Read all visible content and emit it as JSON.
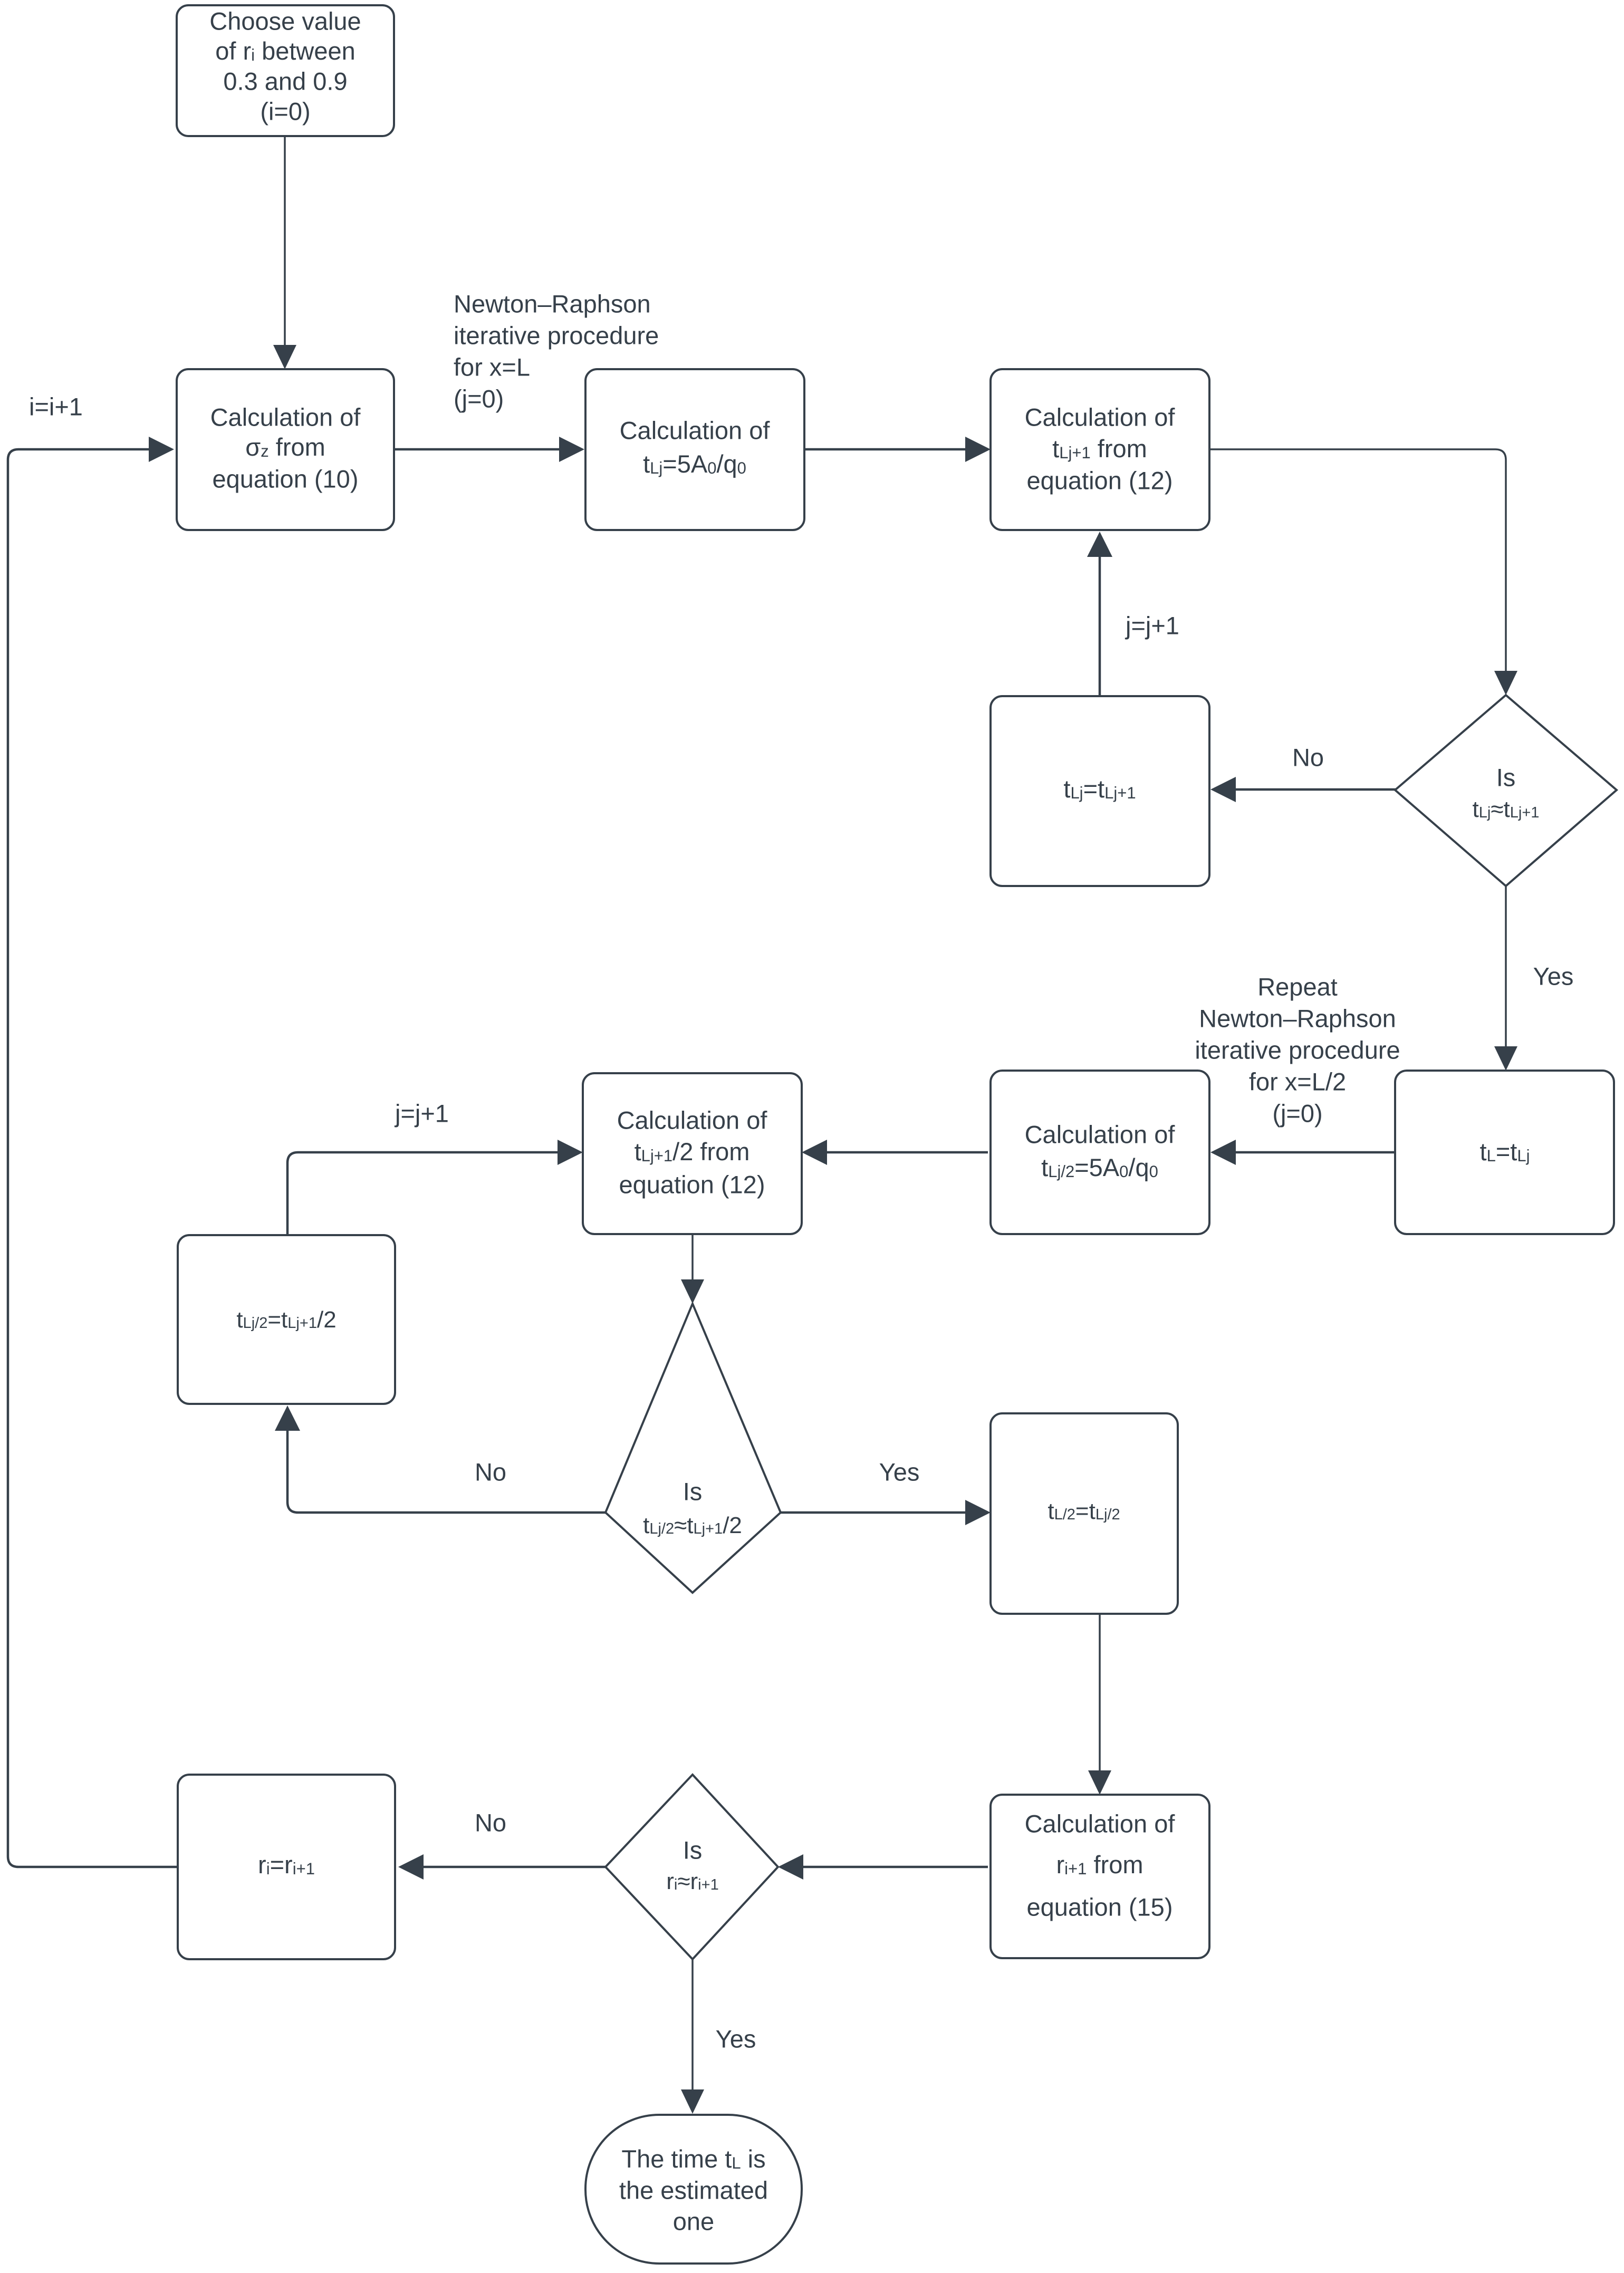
{
  "diagram": {
    "title": "Iterative algorithm flowchart for estimating the time tL",
    "colors": {
      "background": "#ffffff",
      "stroke": "#36404a",
      "text": "#36404a",
      "fill": "#ffffff"
    }
  },
  "nodes": {
    "choose_r": {
      "shape": "process",
      "lines": [
        "Choose value",
        "of r",
        "i",
        " between",
        "0.3 and 0.9",
        "(i=0)"
      ],
      "line1": "Choose value",
      "line2_pre": "of r",
      "line2_sub": "i",
      "line2_post": " between",
      "line3": "0.3 and 0.9",
      "line4": "(i=0)"
    },
    "calc_sigma": {
      "shape": "process",
      "line1": "Calculation of",
      "line2_pre": "σ",
      "line2_sub": "z",
      "line2_post": " from",
      "line3": "equation (10)"
    },
    "calc_tlj_init": {
      "shape": "process",
      "line1": "Calculation of",
      "line2_pre": "t",
      "line2_sub": "Lj",
      "line2_post": "=5A",
      "line2_sub2": "0",
      "line2_post2": "/q",
      "line2_sub3": "0"
    },
    "calc_tljp1": {
      "shape": "process",
      "line1": "Calculation of",
      "line2_pre": "t",
      "line2_sub": "Lj+1",
      "line2_post": " from",
      "line3": "equation (12)"
    },
    "assign_tlj": {
      "shape": "process",
      "line_pre": "t",
      "line_sub": "Lj",
      "line_mid": "=t",
      "line_sub2": "Lj+1"
    },
    "decision_tl": {
      "shape": "decision",
      "line1": "Is",
      "line2_pre": "t",
      "line2_sub": "Lj",
      "line2_mid": "≈t",
      "line2_sub2": "Lj+1"
    },
    "assign_tl": {
      "shape": "process",
      "line_pre": "t",
      "line_sub": "L",
      "line_mid": "=t",
      "line_sub2": "Lj"
    },
    "calc_tlj2_init": {
      "shape": "process",
      "line1": "Calculation of",
      "line2_pre": "t",
      "line2_sub": "Lj/2",
      "line2_post": "=5A",
      "line2_sub2": "0",
      "line2_post2": "/q",
      "line2_sub3": "0"
    },
    "calc_tljp1_half": {
      "shape": "process",
      "line1": "Calculation of",
      "line2_pre": "t",
      "line2_sub": "Lj+1",
      "line2_post": "/2 from",
      "line3": "equation (12)"
    },
    "assign_tlj2": {
      "shape": "process",
      "line_pre": "t",
      "line_sub": "Lj/2",
      "line_mid": "=t",
      "line_sub2": "Lj+1",
      "line_post": "/2"
    },
    "decision_tl2": {
      "shape": "decision",
      "line1": "Is",
      "line2_pre": "t",
      "line2_sub": "Lj/2",
      "line2_mid": "≈t",
      "line2_sub2": "Lj+1",
      "line2_post": "/2"
    },
    "assign_tl_half": {
      "shape": "process",
      "line_pre": "t",
      "line_sub": "L/2",
      "line_mid": "=t",
      "line_sub2": "Lj/2"
    },
    "calc_rip1": {
      "shape": "process",
      "line1": "Calculation of",
      "line2_pre": "r",
      "line2_sub": "i+1",
      "line2_post": " from",
      "line3": "equation (15)"
    },
    "decision_r": {
      "shape": "decision",
      "line1": "Is",
      "line2_pre": "r",
      "line2_sub": "i",
      "line2_mid": "≈r",
      "line2_sub2": "i+1"
    },
    "assign_r": {
      "shape": "process",
      "line_pre": "r",
      "line_sub": "i",
      "line_mid": "=r",
      "line_sub2": "i+1"
    },
    "terminal": {
      "shape": "terminator",
      "line1_pre": "The time t",
      "line1_sub": "L",
      "line1_post": " is",
      "line2": "the estimated",
      "line3": "one"
    }
  },
  "edge_labels": {
    "i_increment": "i=i+1",
    "newton_raphson_L": {
      "line1": "Newton–Raphson",
      "line2": "iterative procedure",
      "line3": "for x=L",
      "line4": "(j=0)"
    },
    "newton_raphson_L2": {
      "line1": "Repeat",
      "line2": "Newton–Raphson",
      "line3": "iterative procedure",
      "line4": "for x=L/2",
      "line5": "(j=0)"
    },
    "j_increment_top": "j=j+1",
    "j_increment_mid": "j=j+1",
    "no_top": "No",
    "yes_top": "Yes",
    "no_mid": "No",
    "yes_mid": "Yes",
    "no_bottom": "No",
    "yes_bottom": "Yes"
  }
}
